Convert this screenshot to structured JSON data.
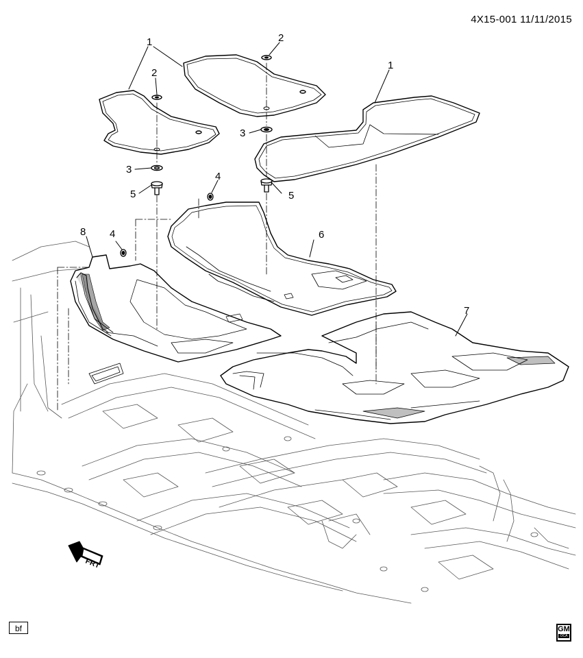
{
  "header": {
    "code": "4X15-001  11/11/2015"
  },
  "callouts": [
    {
      "id": "callout-1a",
      "label": "1"
    },
    {
      "id": "callout-1b",
      "label": "1"
    },
    {
      "id": "callout-2a",
      "label": "2"
    },
    {
      "id": "callout-2b",
      "label": "2"
    },
    {
      "id": "callout-3a",
      "label": "3"
    },
    {
      "id": "callout-3b",
      "label": "3"
    },
    {
      "id": "callout-4a",
      "label": "4"
    },
    {
      "id": "callout-4b",
      "label": "4"
    },
    {
      "id": "callout-5a",
      "label": "5"
    },
    {
      "id": "callout-5b",
      "label": "5"
    },
    {
      "id": "callout-6",
      "label": "6"
    },
    {
      "id": "callout-7",
      "label": "7"
    },
    {
      "id": "callout-8",
      "label": "8"
    }
  ],
  "direction_label": "FRT",
  "footer": {
    "box_label": "bf",
    "logo": {
      "text": "GM",
      "subtext": "OCA"
    }
  }
}
